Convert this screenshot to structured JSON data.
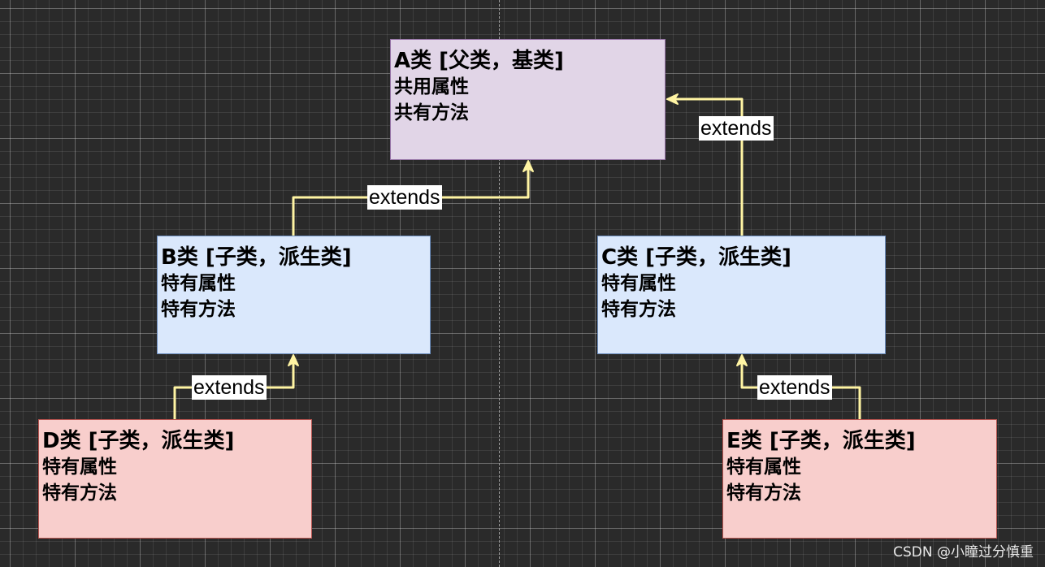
{
  "diagram": {
    "nodes": [
      {
        "id": "A",
        "title": "A类 [父类，基类]",
        "lines": [
          "共用属性",
          "共有方法"
        ]
      },
      {
        "id": "B",
        "title": "B类 [子类，派生类]",
        "lines": [
          "特有属性",
          "特有方法"
        ]
      },
      {
        "id": "C",
        "title": "C类 [子类，派生类]",
        "lines": [
          "特有属性",
          "特有方法"
        ]
      },
      {
        "id": "D",
        "title": "D类 [子类，派生类]",
        "lines": [
          "特有属性",
          "特有方法"
        ]
      },
      {
        "id": "E",
        "title": "E类 [子类，派生类]",
        "lines": [
          "特有属性",
          "特有方法"
        ]
      }
    ],
    "edges": [
      {
        "from": "B",
        "to": "A",
        "label": "extends"
      },
      {
        "from": "C",
        "to": "A",
        "label": "extends"
      },
      {
        "from": "D",
        "to": "B",
        "label": "extends"
      },
      {
        "from": "E",
        "to": "C",
        "label": "extends"
      }
    ],
    "colors": {
      "edge": "#fff4a3",
      "parent_fill": "#e1d5e7",
      "child_fill": "#dae8fc",
      "grandchild_fill": "#f8cecc"
    }
  },
  "watermark": "CSDN @小瞳过分慎重"
}
